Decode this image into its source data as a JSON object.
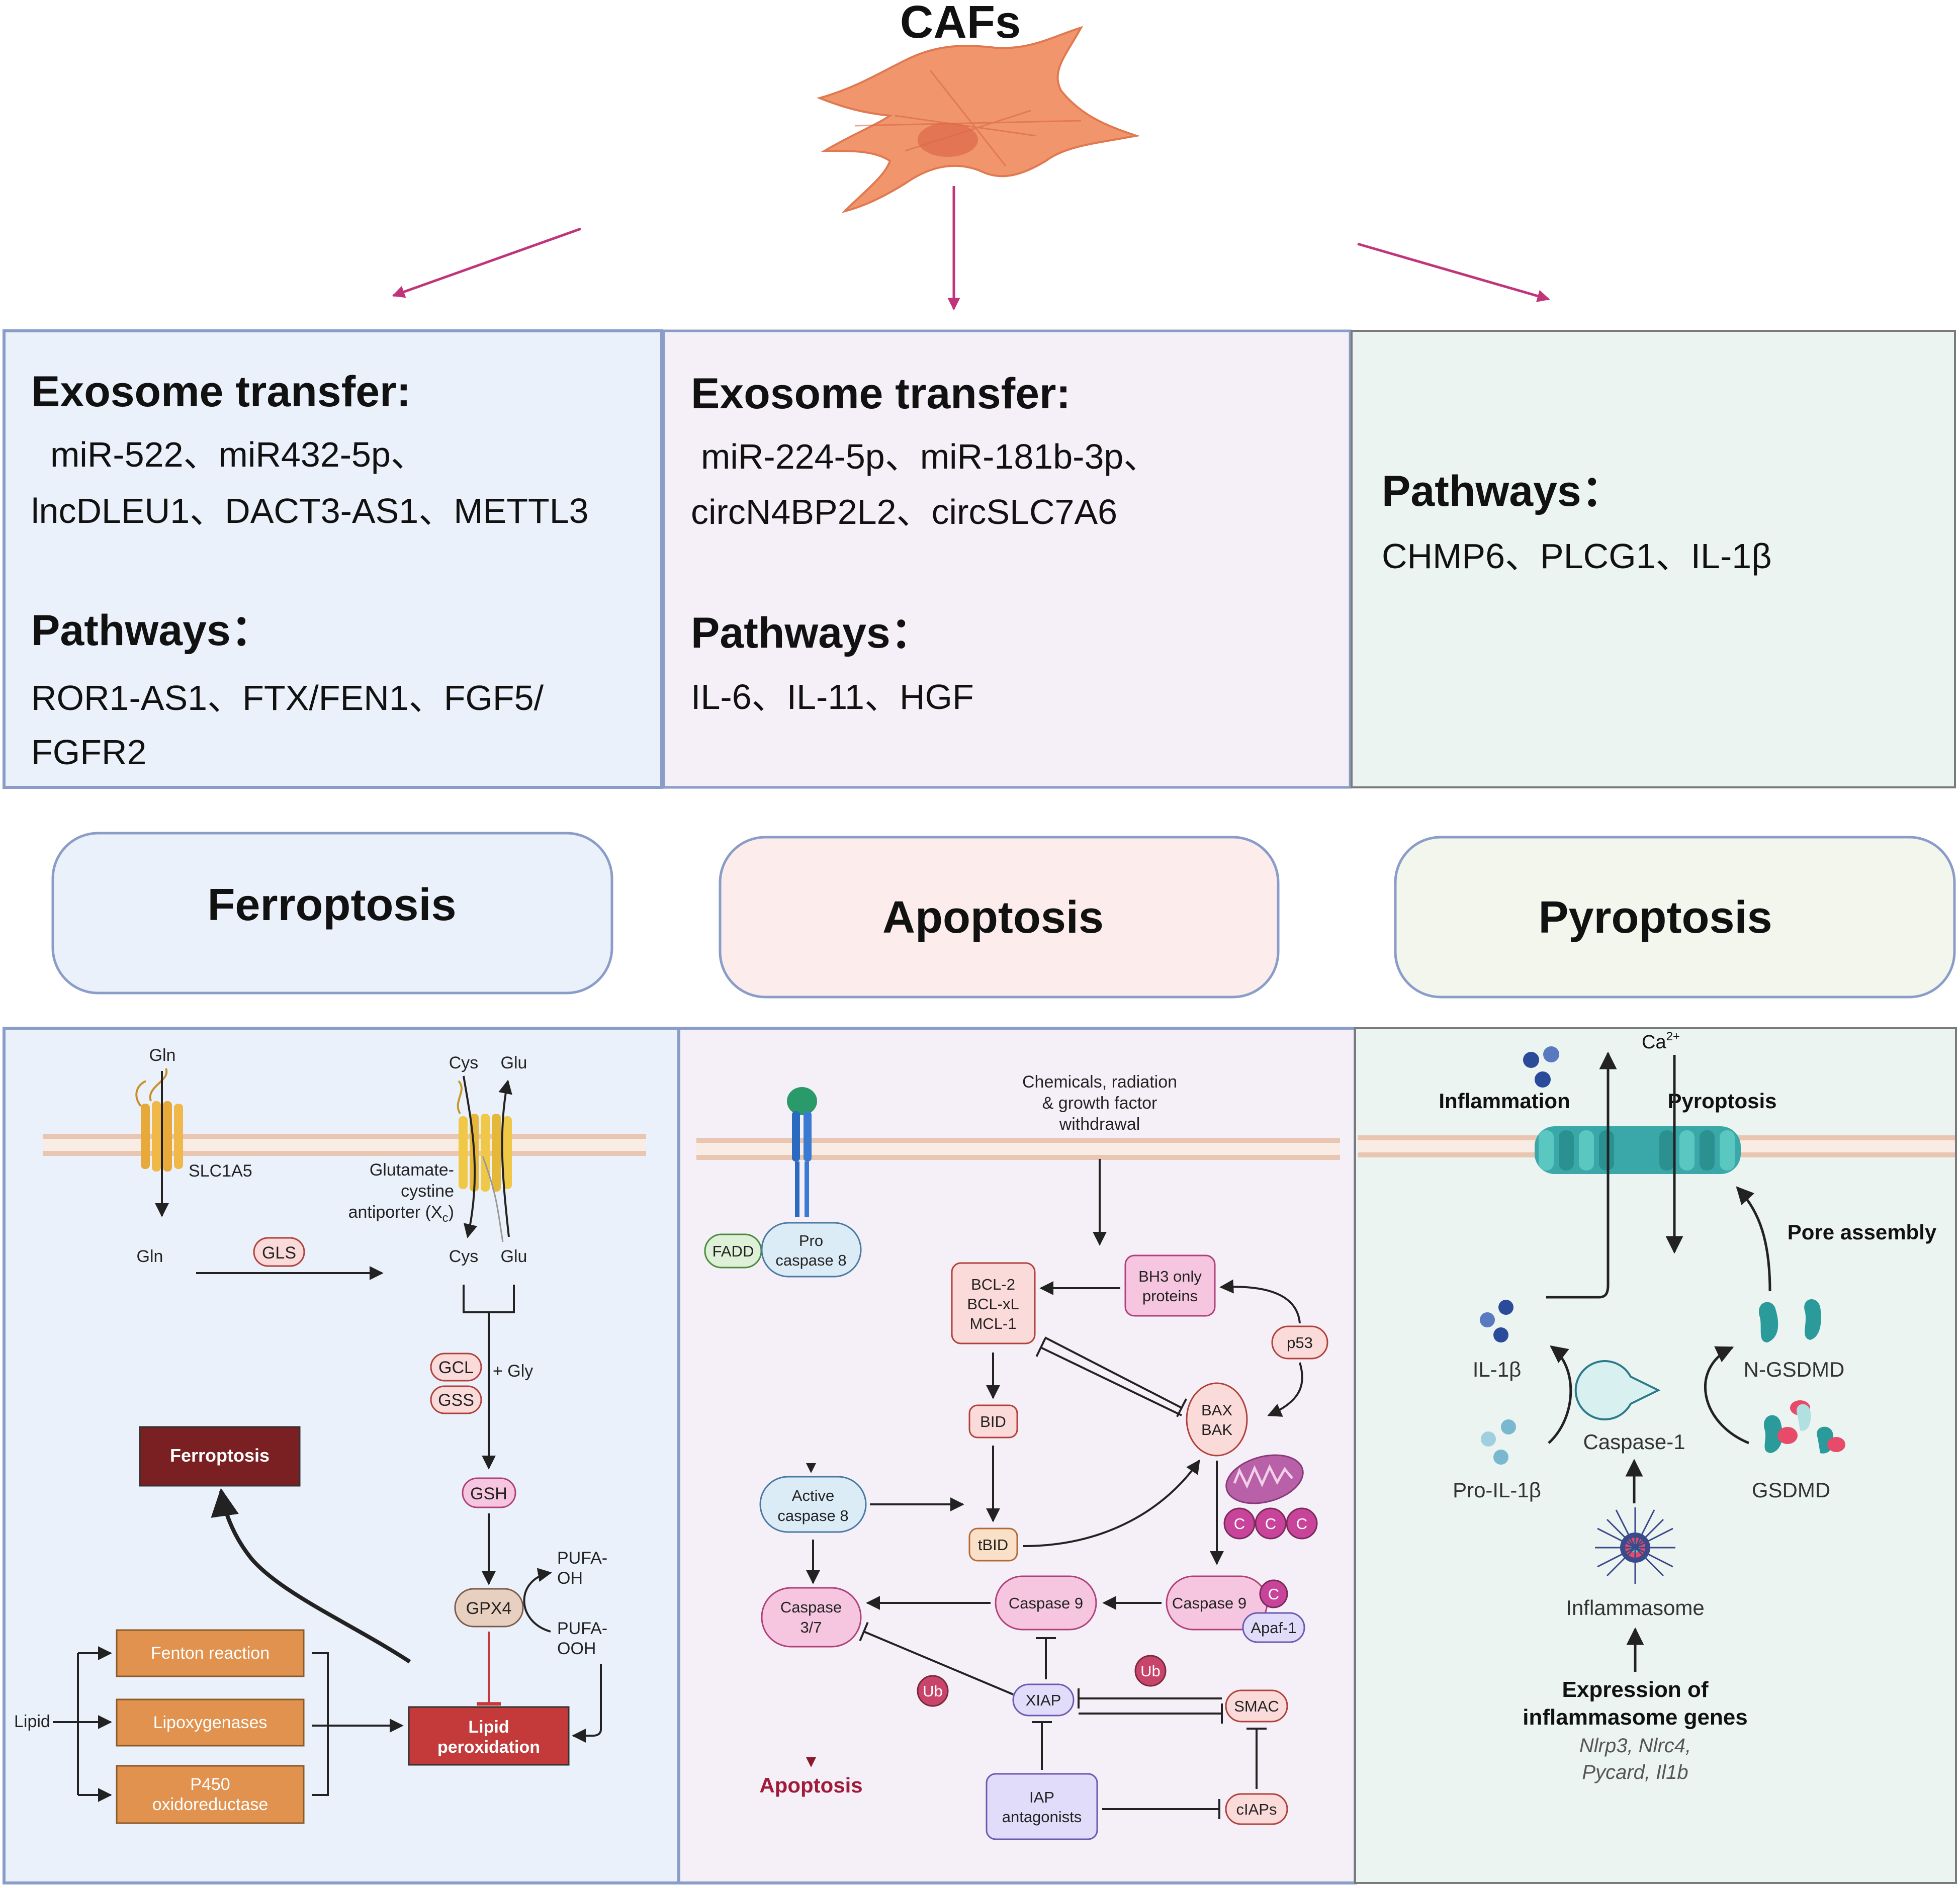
{
  "title": "CAFs",
  "panels": {
    "ferroptosis": {
      "exosome_heading": "Exosome transfer:",
      "exosome_line1": "miR-522、miR432-5p、",
      "exosome_line2": "lncDLEU1、DACT3-AS1、METTL3",
      "pathways_heading": "Pathways：",
      "pathways_line1": "ROR1-AS1、FTX/FEN1、FGF5/",
      "pathways_line2": "FGFR2"
    },
    "apoptosis": {
      "exosome_heading": "Exosome transfer:",
      "exosome_line1": "miR-224-5p、miR-181b-3p、",
      "exosome_line2": "circN4BP2L2、circSLC7A6",
      "pathways_heading": "Pathways：",
      "pathways_line1": "IL-6、IL-11、HGF"
    },
    "pyroptosis": {
      "pathways_heading": "Pathways：",
      "pathways_line1": "CHMP6、PLCG1、IL-1β"
    }
  },
  "labels": {
    "ferroptosis": "Ferroptosis",
    "apoptosis": "Apoptosis",
    "pyroptosis": "Pyroptosis"
  },
  "ferroptosis_diagram": {
    "gln_top": "Gln",
    "slc1a5": "SLC1A5",
    "cys_top": "Cys",
    "glu_top": "Glu",
    "antiporter_1": "Glutamate-",
    "antiporter_2": "cystine",
    "antiporter_3": "antiporter (X",
    "antiporter_sub": "c",
    "antiporter_close": ")",
    "gln": "Gln",
    "gls": "GLS",
    "cys": "Cys",
    "glu": "Glu",
    "gcl": "GCL",
    "gss": "GSS",
    "gly": "+ Gly",
    "gsh": "GSH",
    "gpx4": "GPX4",
    "pufa_oh_1": "PUFA-",
    "pufa_oh_2": "OH",
    "pufa_ooh_1": "PUFA-",
    "pufa_ooh_2": "OOH",
    "ferroptosis_box": "Ferroptosis",
    "fenton": "Fenton reaction",
    "lipoxygenases": "Lipoxygenases",
    "p450_1": "P450",
    "p450_2": "oxidoreductase",
    "lipid": "Lipid",
    "lipid_perox_1": "Lipid",
    "lipid_perox_2": "peroxidation"
  },
  "apoptosis_diagram": {
    "chemicals_1": "Chemicals, radiation",
    "chemicals_2": "& growth factor",
    "chemicals_3": "withdrawal",
    "fadd": "FADD",
    "procasp8_1": "Pro",
    "procasp8_2": "caspase 8",
    "bcl_1": "BCL-2",
    "bcl_2": "BCL-xL",
    "bcl_3": "MCL-1",
    "bh3_1": "BH3 only",
    "bh3_2": "proteins",
    "p53": "p53",
    "bax": "BAX",
    "bak": "BAK",
    "bid": "BID",
    "tbid": "tBID",
    "active_casp8_1": "Active",
    "active_casp8_2": "caspase 8",
    "c": "C",
    "casp37_1": "Caspase",
    "casp37_2": "3/7",
    "casp9": "Caspase 9",
    "casp9_apo": "Caspase 9",
    "apaf1": "Apaf-1",
    "ub": "Ub",
    "xiap": "XIAP",
    "smac": "SMAC",
    "apoptosis": "Apoptosis",
    "iap_1": "IAP",
    "iap_2": "antagonists",
    "ciaps": "cIAPs"
  },
  "pyroptosis_diagram": {
    "ca": "Ca",
    "ca_sup": "2+",
    "inflammation": "Inflammation",
    "pyroptosis": "Pyroptosis",
    "pore_assembly": "Pore assembly",
    "il1b": "IL-1β",
    "n_gsdmd": "N-GSDMD",
    "caspase1": "Caspase-1",
    "pro_il1b": "Pro-IL-1β",
    "gsdmd": "GSDMD",
    "inflammasome": "Inflammasome",
    "expr_1": "Expression of",
    "expr_2": "inflammasome genes",
    "genes_1": "Nlrp3, Nlrc4,",
    "genes_2": "Pycard, Il1b"
  },
  "colors": {
    "ferro_bg": "#ebf1fa",
    "apo_bg": "#f5f0f7",
    "pyro_bg": "#ebf4f1",
    "panel_border": "#8a9cc8",
    "arrow_magenta": "#c0347a",
    "cell_orange": "#f0956c",
    "ferro_box": "#7a1f22",
    "orange_box": "#e0924e",
    "lipid_box": "#c43a3a"
  }
}
